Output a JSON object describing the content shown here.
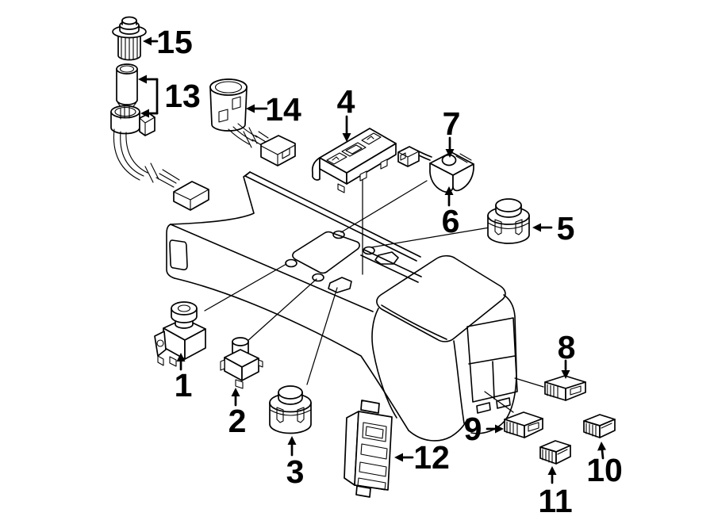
{
  "diagram": {
    "kind": "exploded-parts-line-diagram",
    "background_color": "#ffffff",
    "line_color": "#000000"
  },
  "callouts": [
    {
      "number": "1",
      "arrow_direction": "up"
    },
    {
      "number": "2",
      "arrow_direction": "up"
    },
    {
      "number": "3",
      "arrow_direction": "up"
    },
    {
      "number": "4",
      "arrow_direction": "down"
    },
    {
      "number": "5",
      "arrow_direction": "left"
    },
    {
      "number": "6",
      "arrow_direction": "up"
    },
    {
      "number": "7",
      "arrow_direction": "down"
    },
    {
      "number": "8",
      "arrow_direction": "down"
    },
    {
      "number": "9",
      "arrow_direction": "right"
    },
    {
      "number": "10",
      "arrow_direction": "up"
    },
    {
      "number": "11",
      "arrow_direction": "up"
    },
    {
      "number": "12",
      "arrow_direction": "left"
    },
    {
      "number": "13",
      "arrow_direction": "left-bracket-pair"
    },
    {
      "number": "14",
      "arrow_direction": "left"
    },
    {
      "number": "15",
      "arrow_direction": "left"
    }
  ]
}
